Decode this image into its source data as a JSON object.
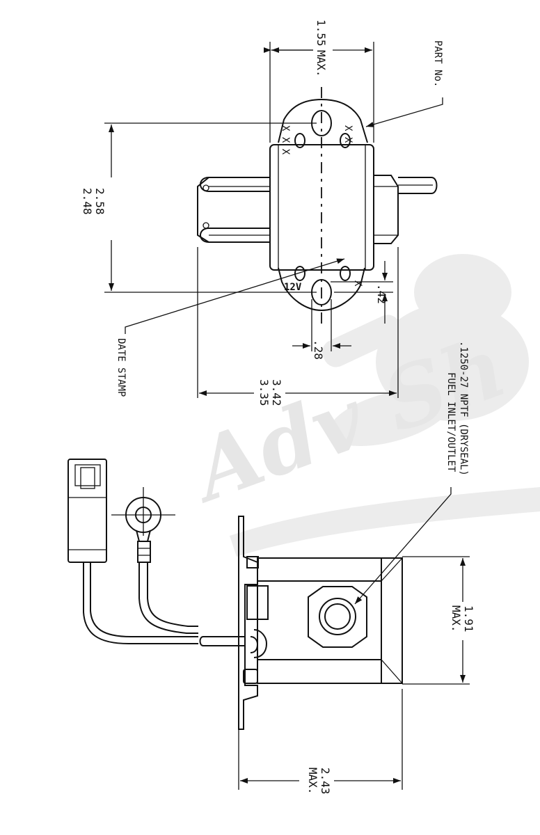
{
  "watermark": {
    "brand_text": "Adv Sh"
  },
  "top_view": {
    "dims": {
      "width_max_value": "1.55",
      "width_max_suffix": "MAX.",
      "height_upper": "2.58",
      "height_lower": "2.48",
      "hole_offset": ".42",
      "hole_width": ".28",
      "length_upper": "3.42",
      "length_lower": "3.35"
    },
    "callouts": {
      "part_no": "PART No.",
      "date_stamp": "DATE STAMP"
    },
    "markings": {
      "xxx": "X X X",
      "xx": "X X",
      "x": "X",
      "voltage": "12V"
    }
  },
  "side_view": {
    "dims": {
      "depth_value": "1.91",
      "depth_suffix": "MAX.",
      "height_value": "2.43",
      "height_suffix": "MAX."
    },
    "callouts": {
      "thread_spec": ".1250-27 NPTF (DRYSEAL)",
      "port_label": "FUEL INLET/OUTLET"
    }
  }
}
